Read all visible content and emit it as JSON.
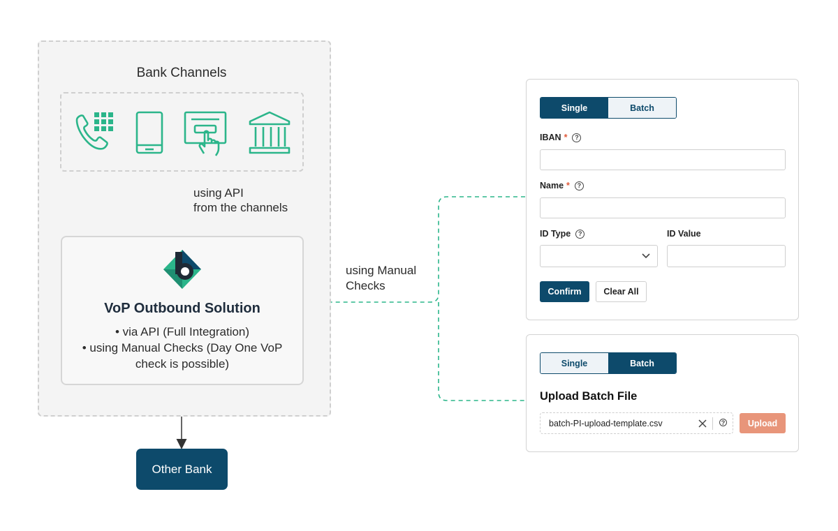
{
  "diagram": {
    "bank_channels_title": "Bank Channels",
    "channel_icons": [
      "phone-keypad-icon",
      "mobile-icon",
      "atm-touch-icon",
      "bank-building-icon"
    ],
    "api_note_line1": "using API",
    "api_note_line2": "from the channels",
    "solution_title": "VoP Outbound Solution",
    "solution_bullet1": "•  via API (Full Integration)",
    "solution_bullet2": "•  using Manual Checks (Day One VoP",
    "solution_bullet3": "check is possible)",
    "other_bank": "Other Bank",
    "manual_note_line1": "using Manual",
    "manual_note_line2": "Checks"
  },
  "single_form": {
    "tab_single": "Single",
    "tab_batch": "Batch",
    "iban_label": "IBAN",
    "iban_required": "*",
    "name_label": "Name",
    "name_required": "*",
    "id_type_label": "ID Type",
    "id_value_label": "ID Value",
    "confirm_label": "Confirm",
    "clear_label": "Clear All"
  },
  "batch_form": {
    "tab_single": "Single",
    "tab_batch": "Batch",
    "upload_title": "Upload Batch File",
    "file_name": "batch-PI-upload-template.csv",
    "upload_label": "Upload"
  },
  "colors": {
    "brand_navy": "#0d4a6b",
    "accent_green": "#2bb58a",
    "upload_orange": "#e8957a",
    "required_red": "#e05a3a"
  }
}
